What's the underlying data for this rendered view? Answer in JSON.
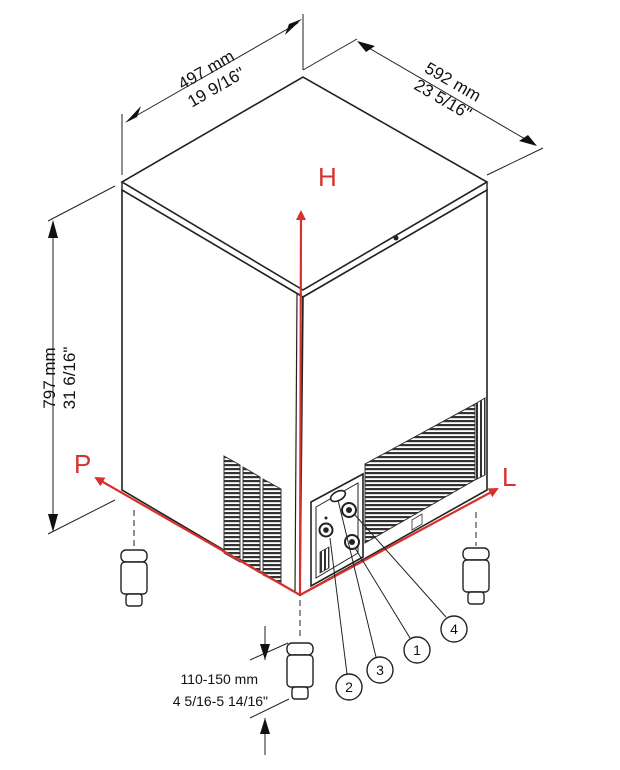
{
  "dimensions": {
    "width_mm": "497 mm",
    "width_in": "19 9/16\"",
    "depth_mm": "592 mm",
    "depth_in": "23 5/16\"",
    "height_mm": "797 mm",
    "height_in": "31 6/16\"",
    "feet_mm": "110-150 mm",
    "feet_in": "4 5/16-5 14/16\""
  },
  "axes": {
    "height": "H",
    "depth": "P",
    "length": "L"
  },
  "callouts": [
    "1",
    "2",
    "3",
    "4"
  ],
  "colors": {
    "axis": "#d8312b",
    "line": "#222222"
  }
}
